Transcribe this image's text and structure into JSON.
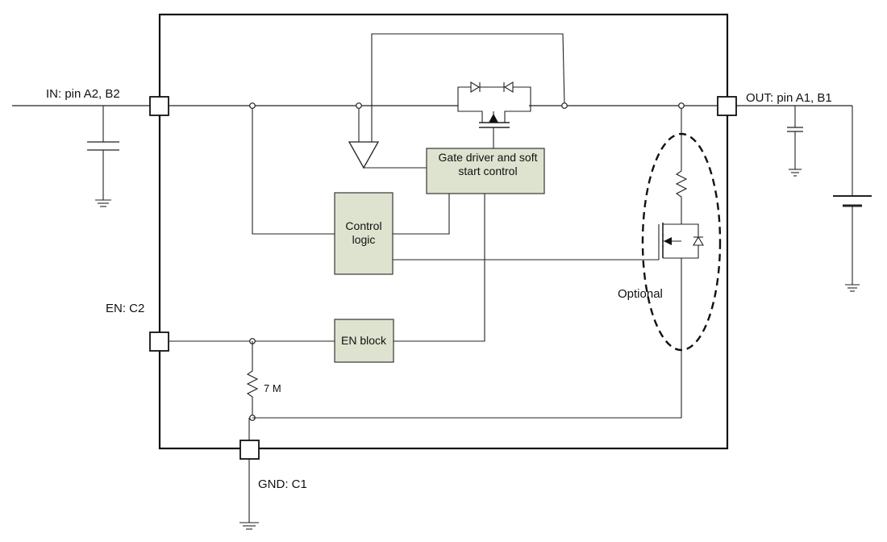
{
  "pins": {
    "in": "IN: pin A2, B2",
    "out": "OUT: pin A1, B1",
    "en": "EN: C2",
    "gnd": "GND: C1"
  },
  "blocks": {
    "gate_driver_line1": "Gate driver and soft",
    "gate_driver_line2": "start control",
    "control_logic_line1": "Control",
    "control_logic_line2": "logic",
    "en_block": "EN block"
  },
  "labels": {
    "resistor": "7 M",
    "optional": "Optional"
  },
  "colors": {
    "block_fill": "#dde3cf",
    "line": "#222222",
    "chip_border": "#111111"
  }
}
